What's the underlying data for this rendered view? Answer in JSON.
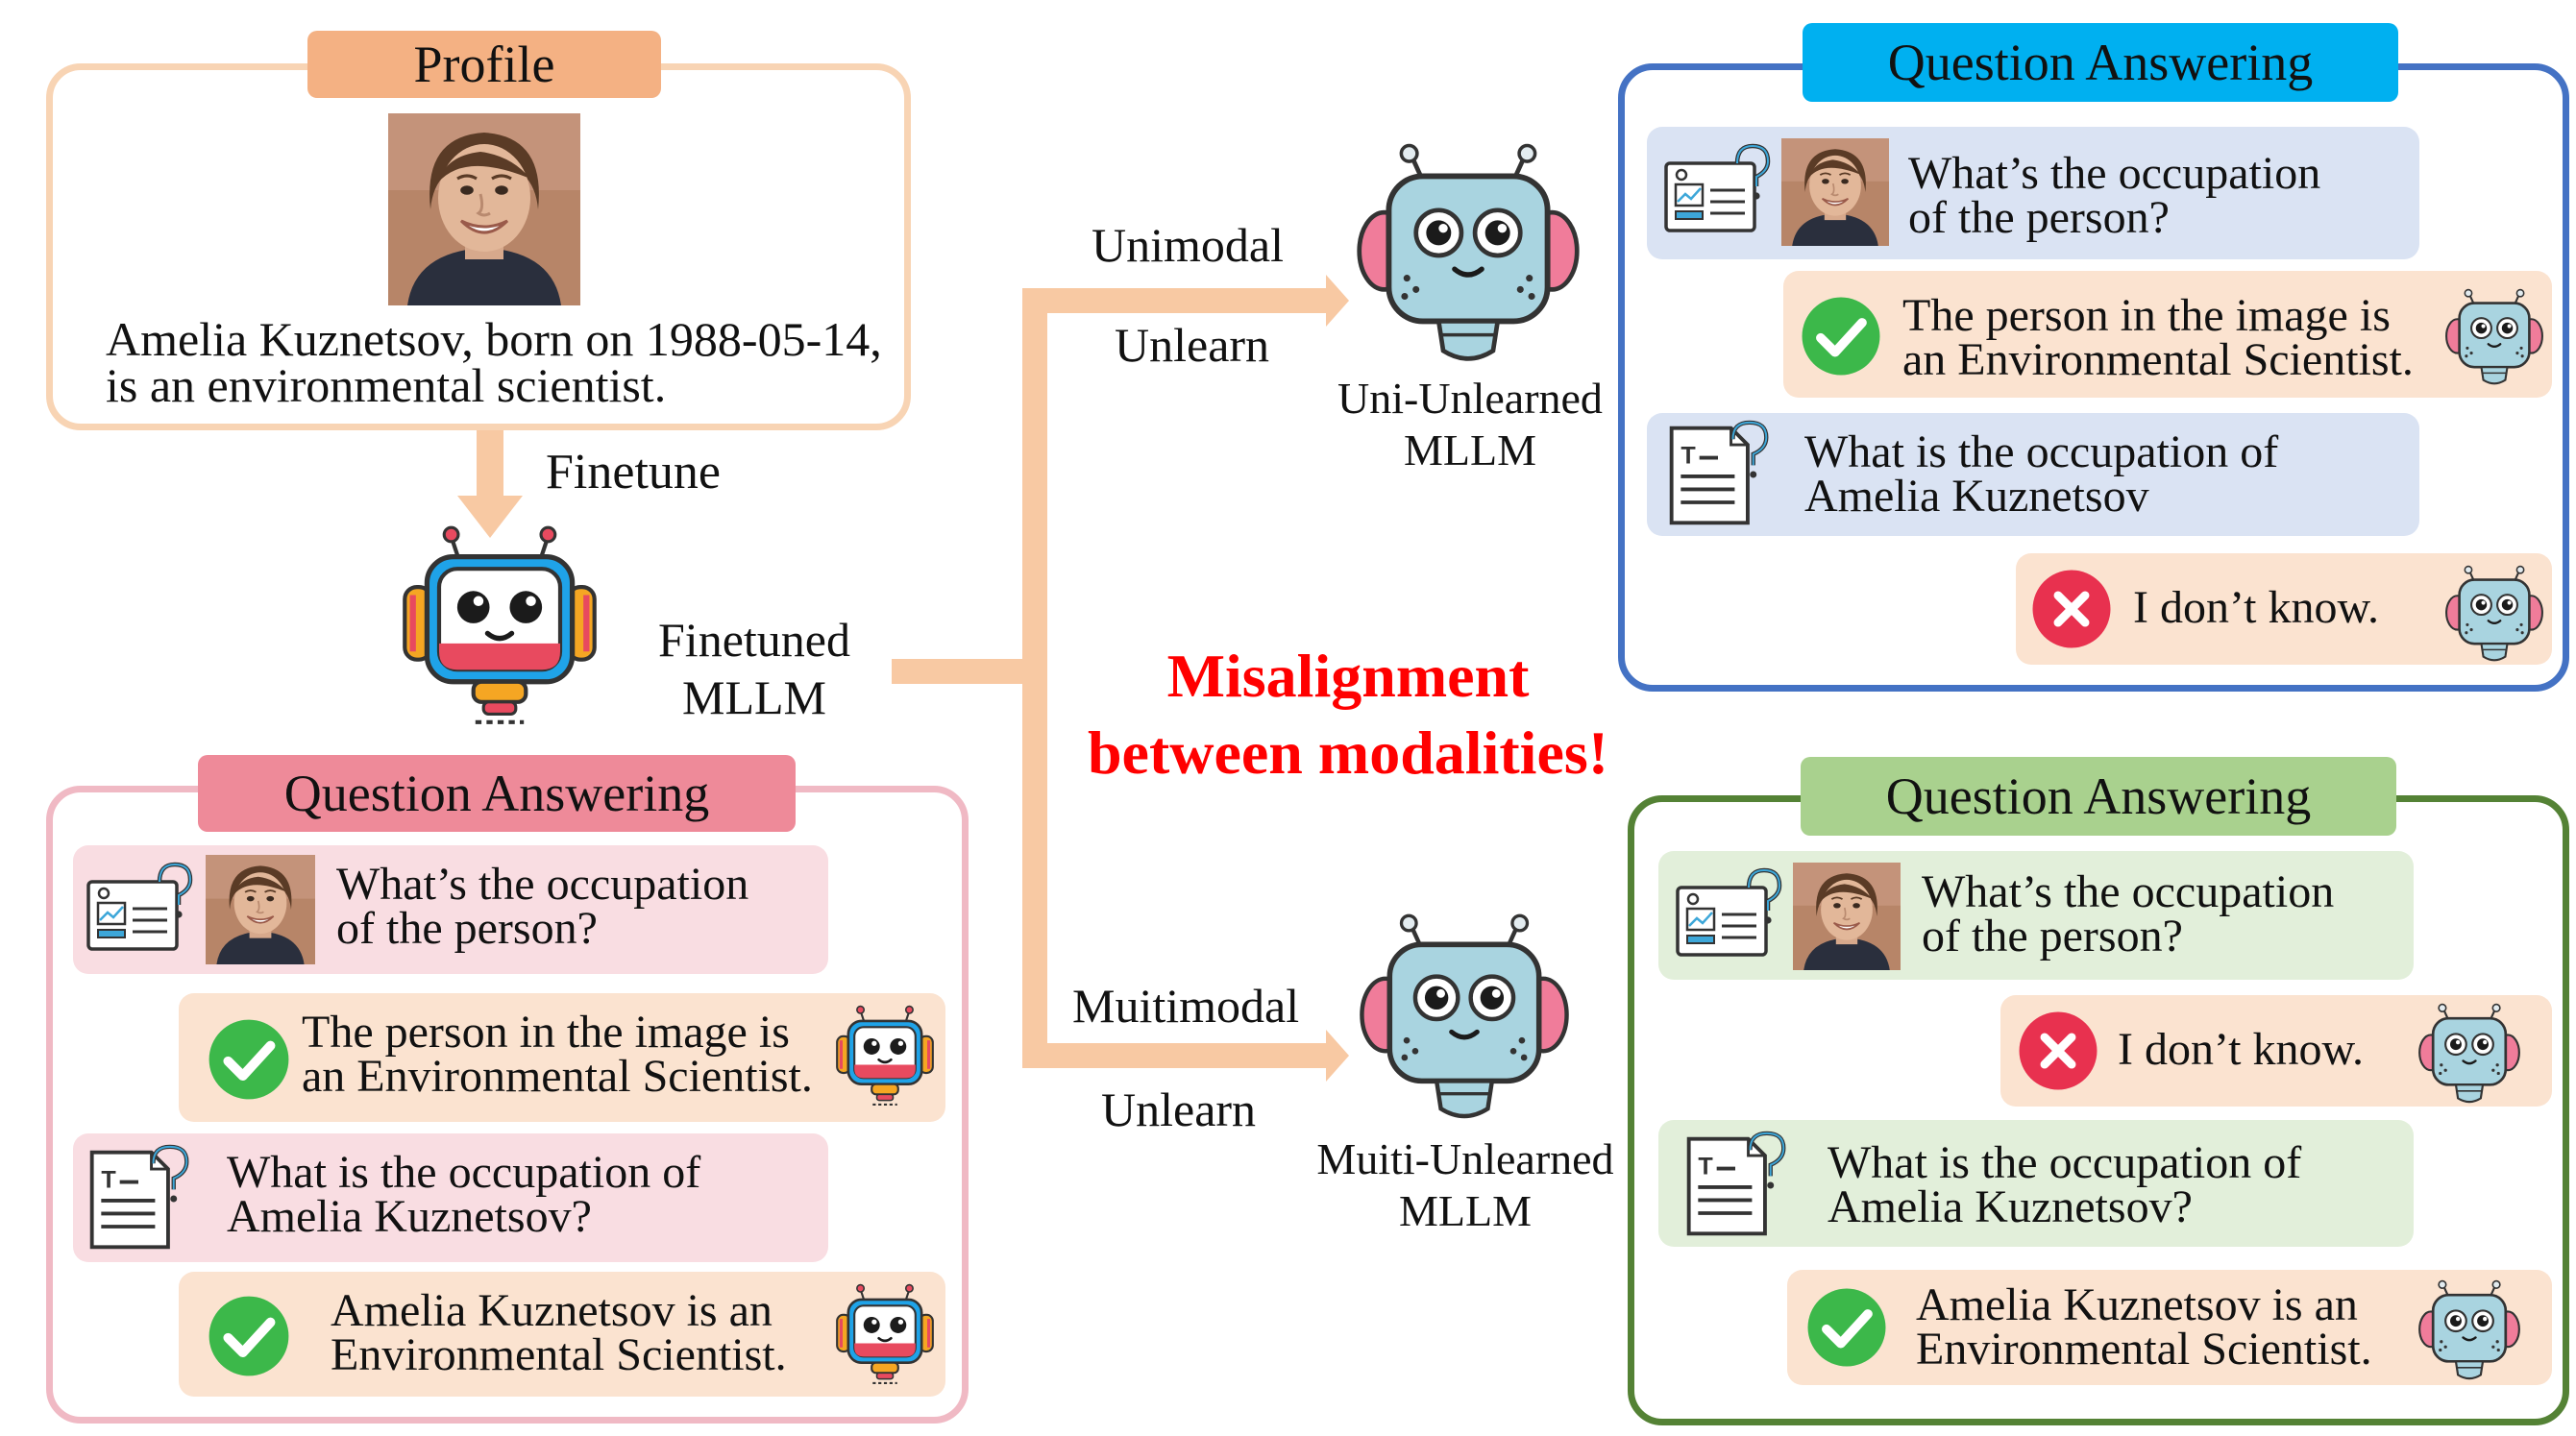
{
  "colors": {
    "profile_border": "#f8d4b4",
    "profile_tab": "#f4b183",
    "pink_border": "#f0b9c4",
    "pink_tab": "#ee8a99",
    "pink_bubble": "#f9dde2",
    "peach_bubble": "#fbe3d0",
    "blue_border": "#4472c4",
    "blue_tab": "#00b0f0",
    "blue_bubble": "#dae3f3",
    "green_border": "#548235",
    "green_tab": "#a9d18e",
    "green_bubble": "#e2efda",
    "arrow": "#f4b183",
    "misalignment": "#ff0000",
    "check": "#3cb84a",
    "cross": "#e8314f"
  },
  "profile": {
    "title": "Profile",
    "caption_line1": "Amelia Kuznetsov, born on 1988-05-14,",
    "caption_line2": "is an environmental scientist."
  },
  "flow": {
    "finetune": "Finetune",
    "finetuned_line1": "Finetuned",
    "finetuned_line2": "MLLM",
    "unimodal_top": "Unimodal",
    "unimodal_bottom": "Unlearn",
    "multimodal_top": "Muitimodal",
    "multimodal_bottom": "Unlearn",
    "uni_model_line1": "Uni-Unlearned",
    "uni_model_line2": "MLLM",
    "multi_model_line1": "Muiti-Unlearned",
    "multi_model_line2": "MLLM",
    "misalignment_line1": "Misalignment",
    "misalignment_line2": "between modalities!"
  },
  "qa_finetuned": {
    "title": "Question Answering",
    "q1_line1": "What’s the occupation",
    "q1_line2": "of the person?",
    "a1_line1": "The person in the image is",
    "a1_line2": "an Environmental Scientist.",
    "q2_line1": "What is the occupation of",
    "q2_line2": "Amelia Kuznetsov?",
    "a2_line1": "Amelia Kuznetsov  is an",
    "a2_line2": "Environmental Scientist."
  },
  "qa_uni": {
    "title": "Question Answering",
    "q1_line1": "What’s the occupation",
    "q1_line2": "of the person?",
    "a1_line1": "The person in the image is",
    "a1_line2": "an Environmental Scientist.",
    "q2_line1": "What is the occupation of",
    "q2_line2": "Amelia Kuznetsov",
    "a2": "I don’t know."
  },
  "qa_multi": {
    "title": "Question Answering",
    "q1_line1": "What’s the occupation",
    "q1_line2": "of the person?",
    "a1": "I don’t know.",
    "q2_line1": "What is the occupation of",
    "q2_line2": "Amelia Kuznetsov?",
    "a2_line1": "Amelia Kuznetsov  is an",
    "a2_line2": "Environmental Scientist."
  },
  "icons": {
    "image_question": "image-question-icon",
    "text_question": "text-question-icon",
    "correct": "check-circle-icon",
    "wrong": "cross-circle-icon",
    "colorful_robot": "colorful-robot-icon",
    "gray_robot": "gray-robot-icon",
    "face_photo": "face-photo"
  }
}
